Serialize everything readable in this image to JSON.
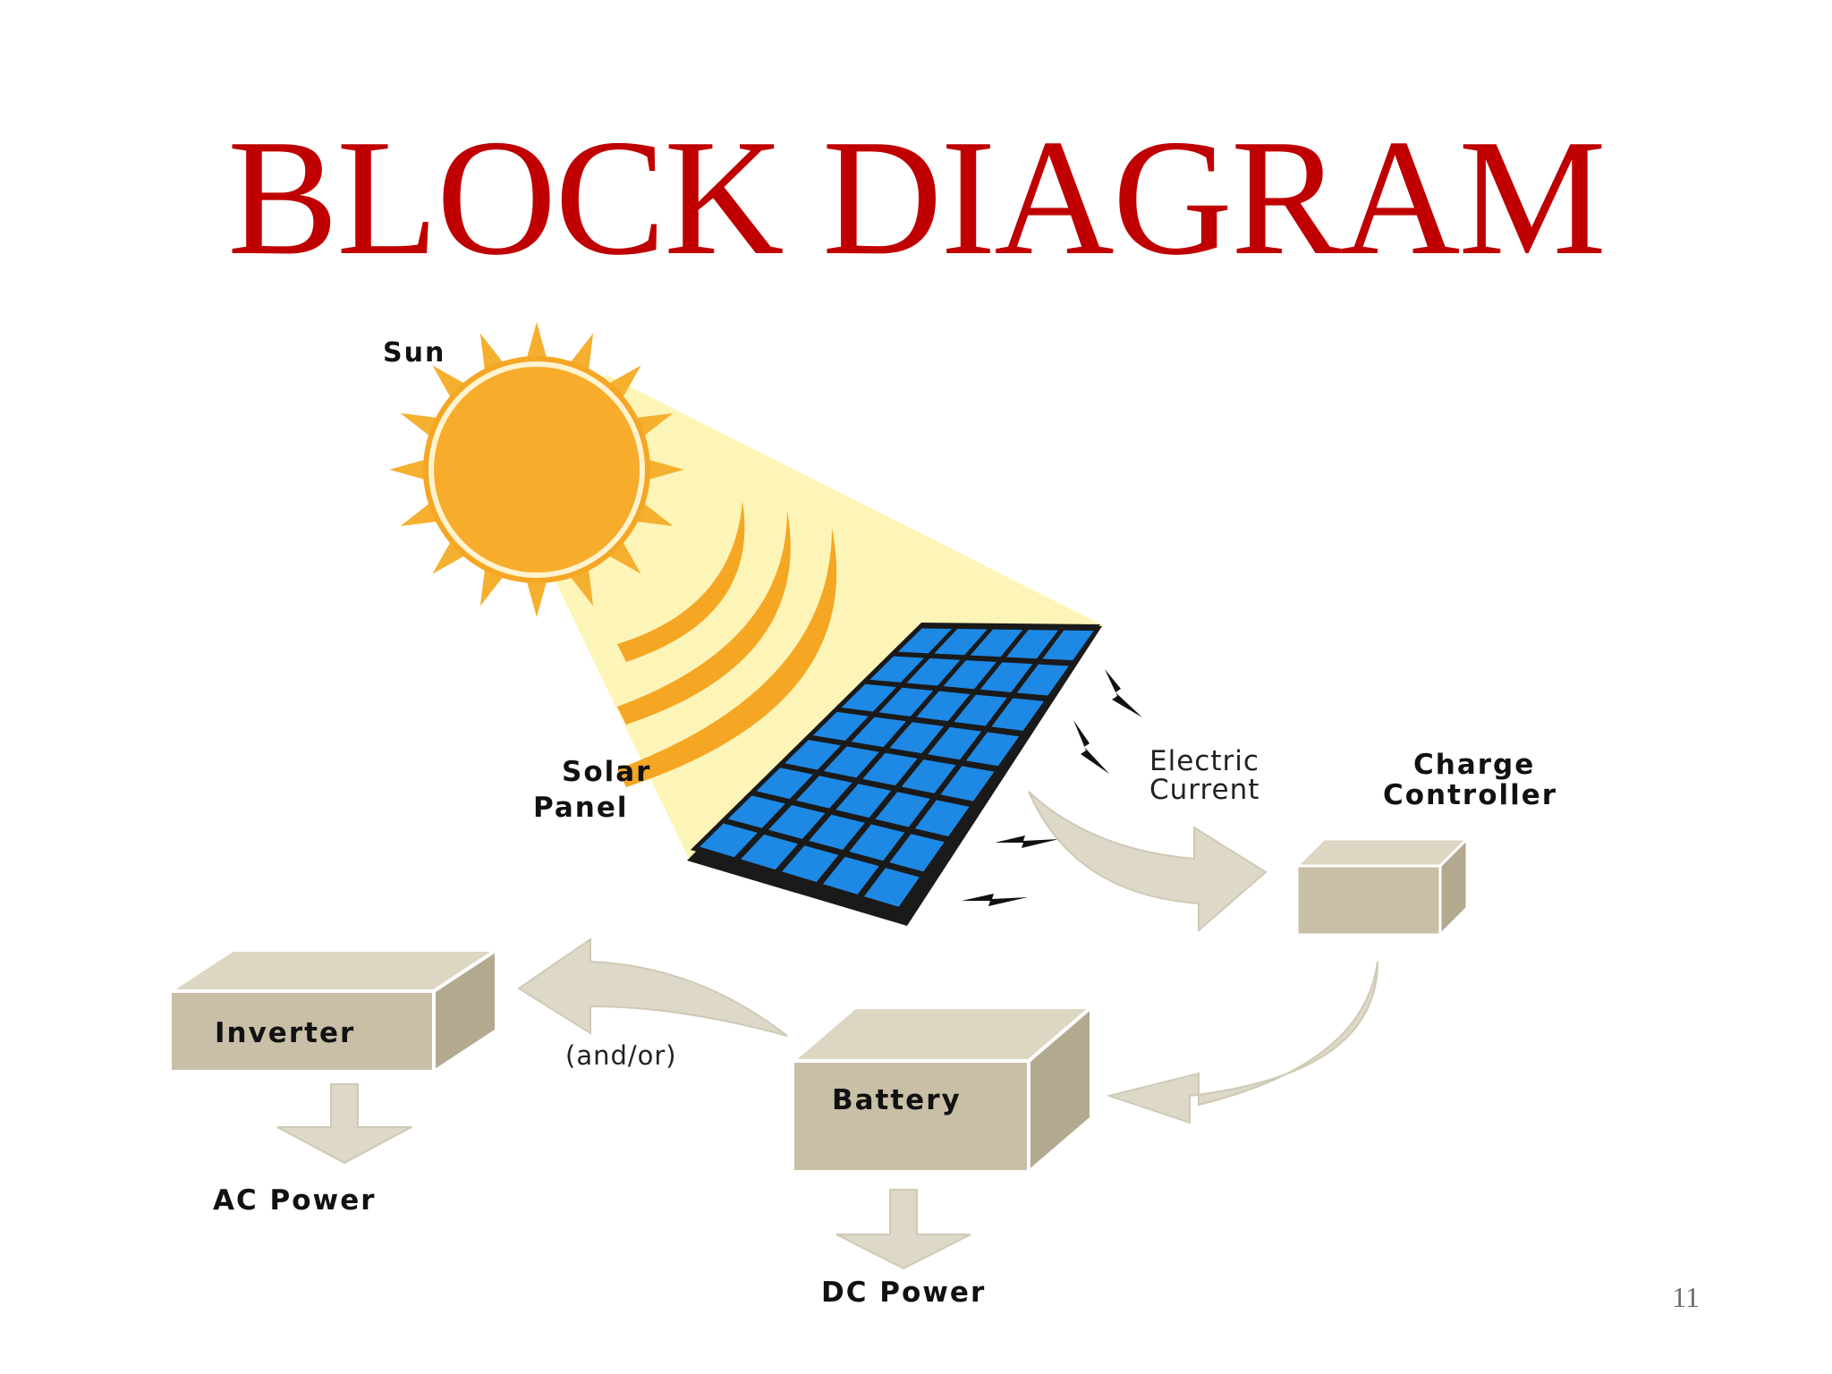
{
  "slide": {
    "title": "BLOCK DIAGRAM",
    "page_number": "11"
  },
  "diagram": {
    "labels": {
      "sun": "Sun",
      "solar_panel_line1": "Solar",
      "solar_panel_line2": "Panel",
      "electric_current_line1": "Electric",
      "electric_current_line2": "Current",
      "charge_controller_line1": "Charge",
      "charge_controller_line2": "Controller",
      "inverter": "Inverter",
      "battery": "Battery",
      "and_or": "(and/or)",
      "ac_power": "AC Power",
      "dc_power": "DC Power"
    },
    "colors": {
      "title": "#c00000",
      "sun": "#f5a623",
      "sun_rays": "#f5b030",
      "light_beam": "#fdf3b0",
      "panel_cells": "#1e88e5",
      "panel_frame": "#1a1a1a",
      "box_front": "#c8bfa6",
      "box_top": "#ddd6c2",
      "box_side": "#b3a98f",
      "arrows": "#ddd8c8"
    }
  }
}
